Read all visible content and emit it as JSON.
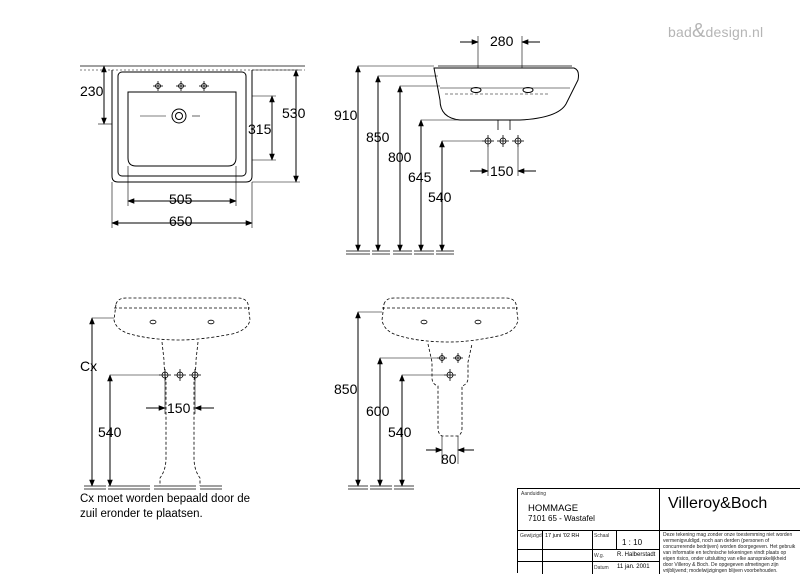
{
  "watermark": {
    "part1": "bad",
    "ampersand": "&",
    "part2": "design.nl"
  },
  "top_view": {
    "dims": [
      "230",
      "530",
      "315",
      "505",
      "650"
    ]
  },
  "side_view": {
    "dims": [
      "280",
      "910",
      "850",
      "800",
      "645",
      "540",
      "150"
    ]
  },
  "front_view": {
    "dims": [
      "Cx",
      "150",
      "540"
    ]
  },
  "pedestal_side_view": {
    "dims": [
      "850",
      "600",
      "540",
      "80"
    ]
  },
  "note": {
    "line1": "Cx moet worden bepaald door de",
    "line2": "zuil eronder te plaatsen."
  },
  "title_block": {
    "aanduiding_label": "Aanduiding",
    "product_name": "HOMMAGE",
    "product_code": "7101 65 - Wastafel",
    "brand": "Villeroy&Boch",
    "gewijzigd_label": "Gewijzigd",
    "gewijzigd_value": "17 juni '02 RH",
    "schaal_label": "Schaal",
    "schaal_value": "1 : 10",
    "wg_label": "W.g.",
    "wg_value": "R. Halberstadt",
    "datum_label": "Datum",
    "datum_value": "11 jan. 2001",
    "disclaimer": "Deze tekening mag zonder onze toestemming niet worden vermenigvuldigd, noch aan derden (personen of concurrerende bedrijven) worden doorgegeven. Het gebruik van informatie en technische tekeningen vindt plaats op eigen risico, onder uitsluiting van elke aansprakelijkheid door Villeroy & Boch. De opgegeven afmetingen zijn vrijblijvend; modelwijzigingen blijven voorbehouden."
  }
}
